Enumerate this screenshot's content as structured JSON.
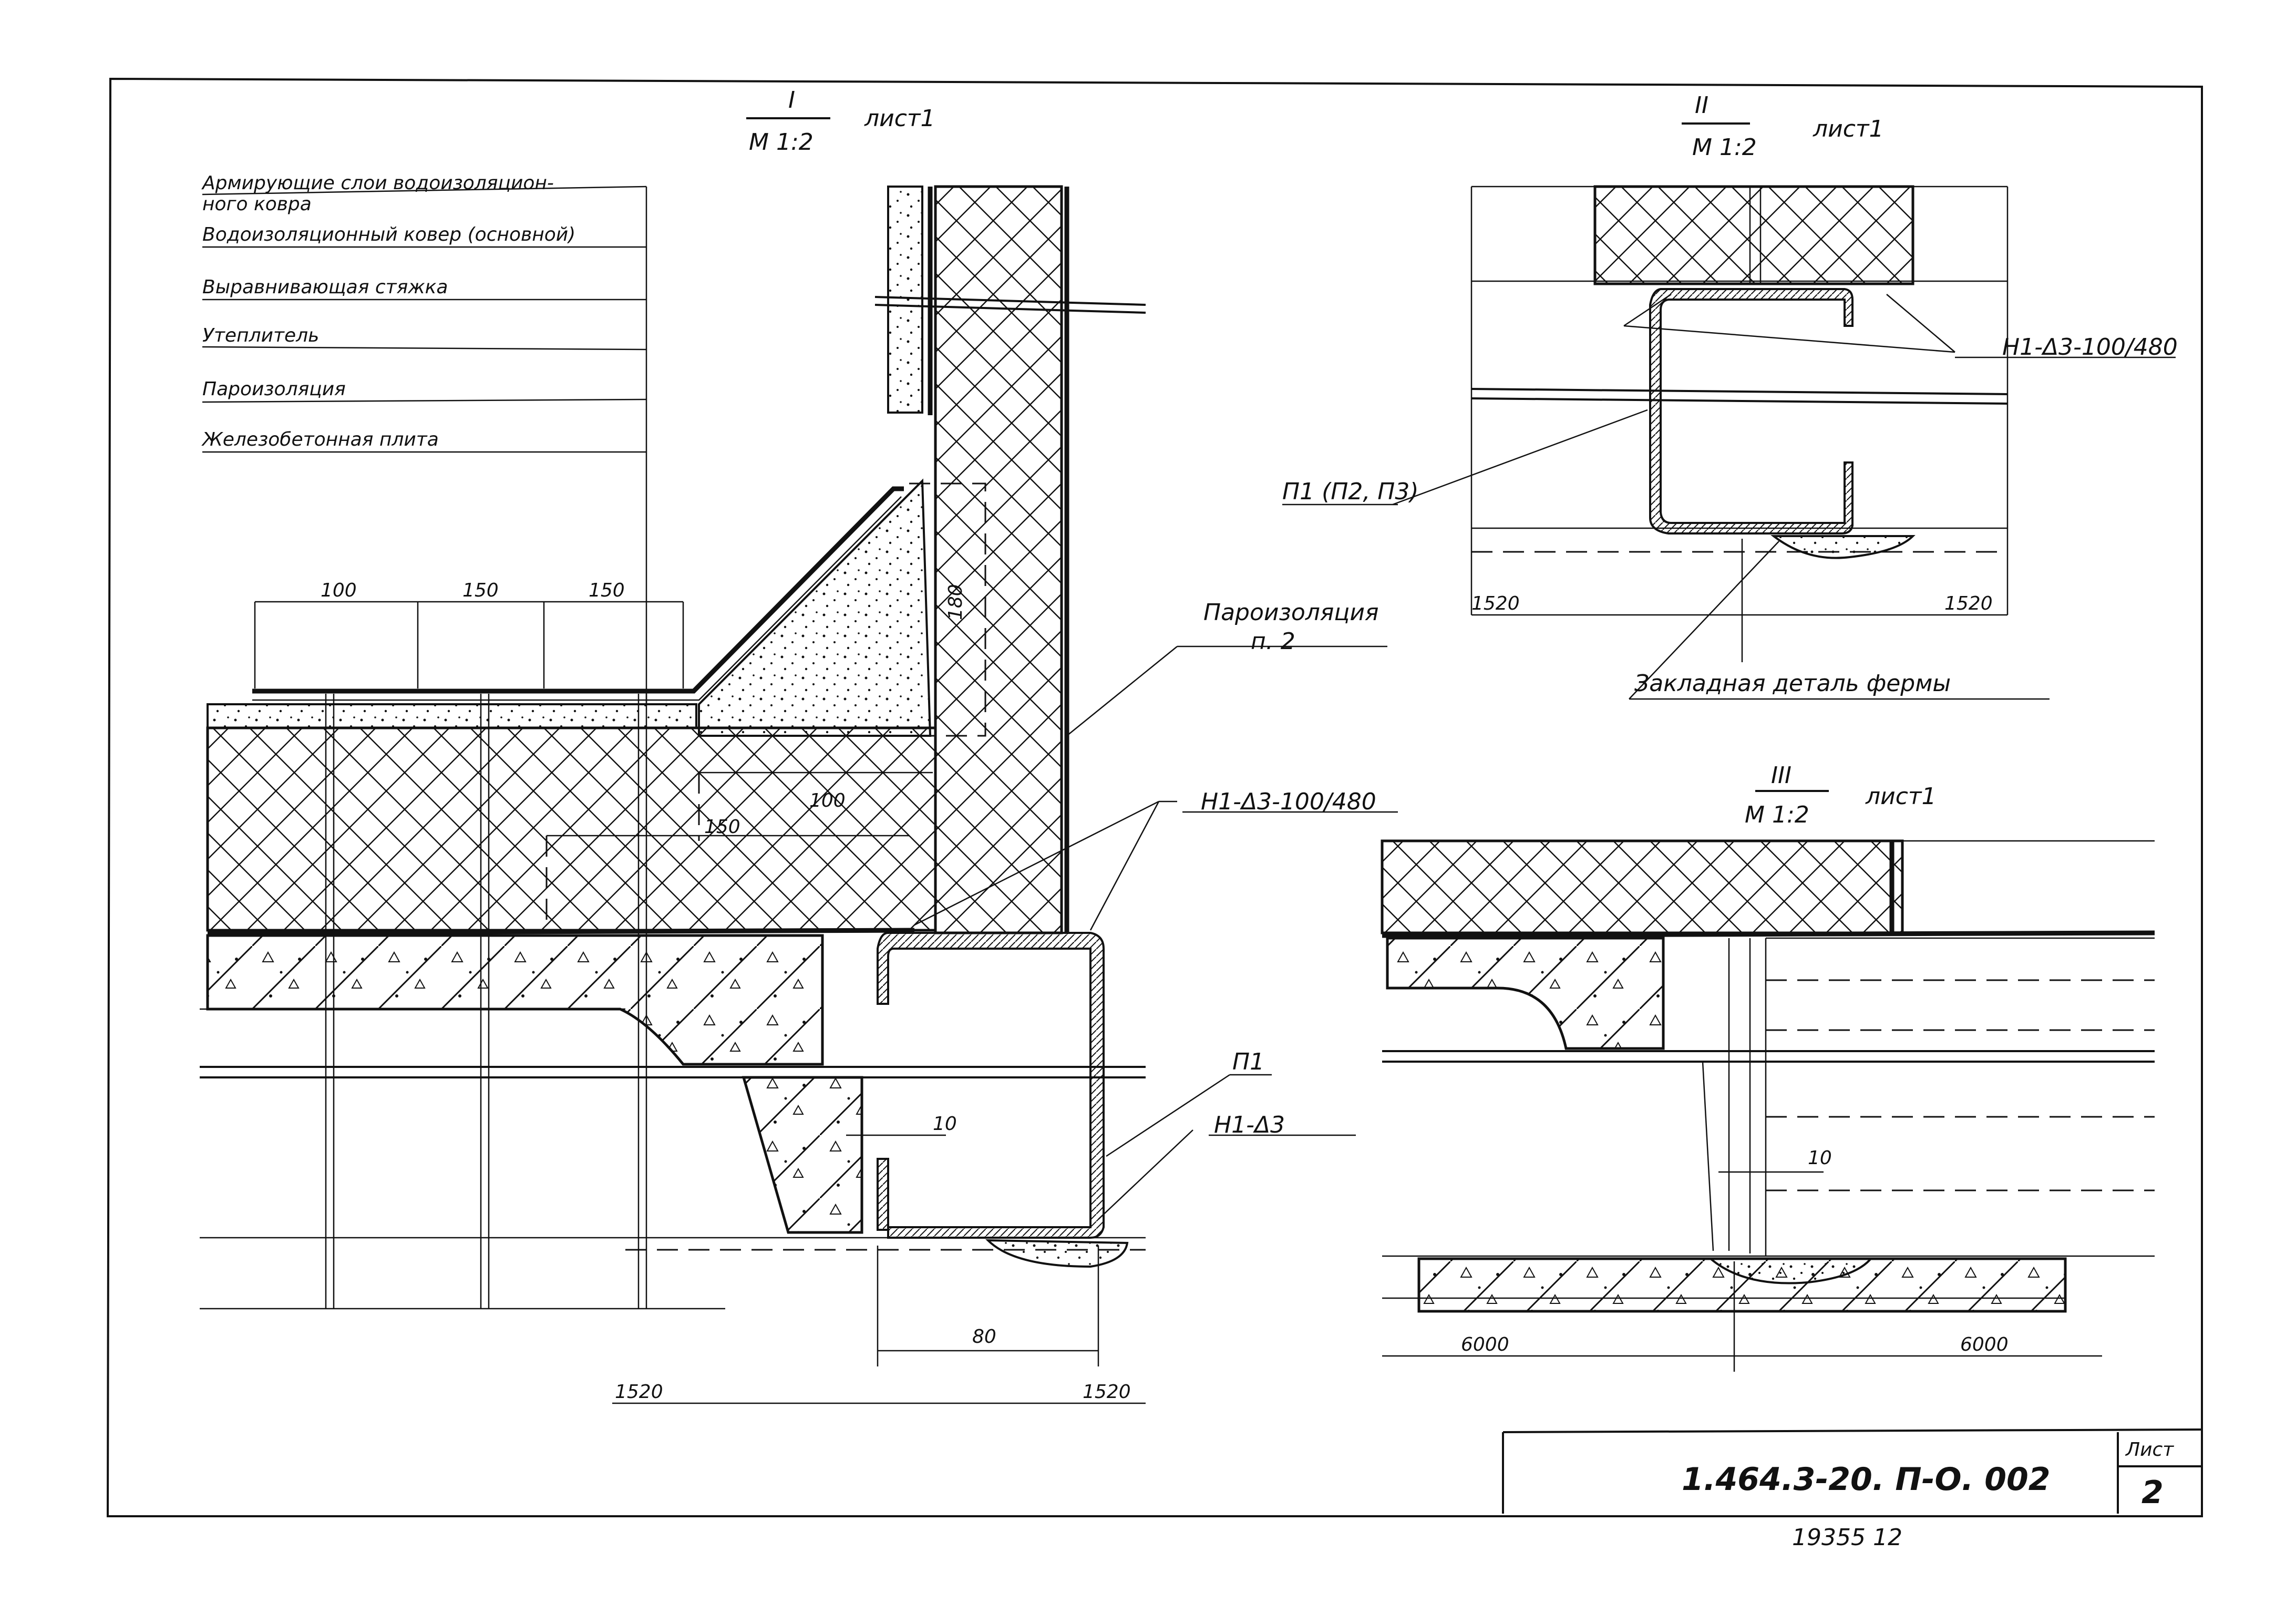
{
  "views": {
    "v1": {
      "numeral": "I",
      "scale": "M 1:2",
      "sheet": "лист1"
    },
    "v2": {
      "numeral": "II",
      "scale": "M 1:2",
      "sheet": "лист1"
    },
    "v3": {
      "numeral": "III",
      "scale": "M 1:2",
      "sheet": "лист1"
    }
  },
  "legend": [
    "Армирующие слои водоизоляцион-",
    "ного ковра",
    "Водоизоляционный ковер (основной)",
    "Выравнивающая стяжка",
    "Утеплитель",
    "Пароизоляция",
    "Железобетонная плита"
  ],
  "callouts": {
    "vapor_barrier": "Пароизоляция",
    "vapor_barrier_ref": "п. 2",
    "weld_1": "Н1-Δ3-100/480",
    "weld_2": "Н1-Δ3",
    "profile_p1": "П1",
    "profile_v2": "П1 (П2, П3)",
    "weld_v2": "Н1-Δ3-100/480",
    "embedded_detail": "Закладная деталь фермы"
  },
  "dimensions": {
    "v1_100": "100",
    "v1_150a": "150",
    "v1_150b": "150",
    "v1_180": "180",
    "v1_100b": "100",
    "v1_150c": "150",
    "v1_10": "10",
    "v1_80": "80",
    "v1_1520_left": "1520",
    "v1_1520_right": "1520",
    "v2_1520_left": "1520",
    "v2_1520_right": "1520",
    "v3_10": "10",
    "v3_6000_left": "6000",
    "v3_6000_right": "6000"
  },
  "title_block": {
    "code": "1.464.3-20. П-О. 002",
    "sheet_label": "Лист",
    "sheet_number": "2",
    "archive": "19355  12"
  }
}
